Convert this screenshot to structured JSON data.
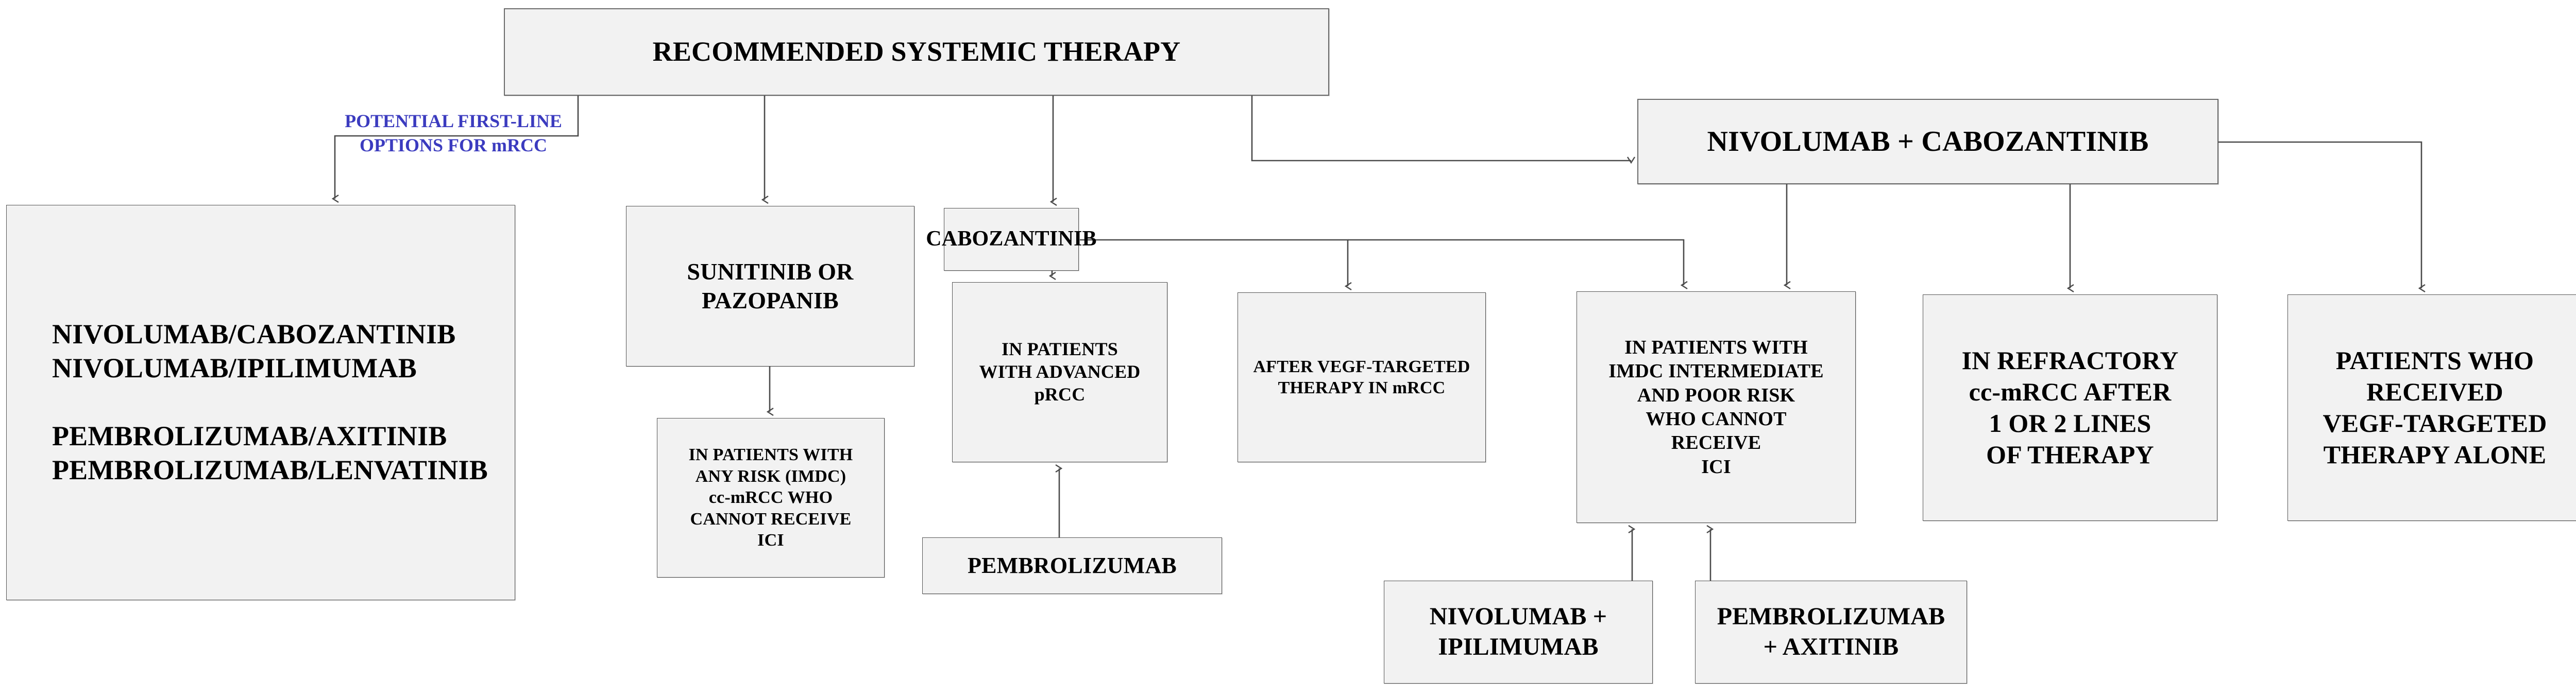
{
  "diagram": {
    "title": "RECOMMENDED SYSTEMIC THERAPY",
    "accent_color": "#3b3bbf",
    "node_fill": "#f2f2f2",
    "node_border": "#6b6b6b",
    "annotations": [
      {
        "name": "potential-first-line-options",
        "text": "POTENTIAL FIRST-LINE\nOPTIONS FOR mRCC",
        "color": "#3b3bbf"
      }
    ],
    "nodes": [
      {
        "id": "title",
        "label": "RECOMMENDED SYSTEMIC THERAPY"
      },
      {
        "id": "nivocabo",
        "label": "NIVOLUMAB + CABOZANTINIB"
      },
      {
        "id": "firstline",
        "label": "NIVOLUMAB/CABOZANTINIB\nNIVOLUMAB/IPILIMUMAB\n\nPEMBROLIZUMAB/AXITINIB\nPEMBROLIZUMAB/LENVATINIB"
      },
      {
        "id": "sunipazo",
        "label": "SUNITINIB OR\nPAZOPANIB"
      },
      {
        "id": "cabo",
        "label": "CABOZANTINIB"
      },
      {
        "id": "anyrisk",
        "label": "IN PATIENTS WITH\nANY RISK (IMDC)\ncc-mRCC WHO\nCANNOT RECEIVE\nICI"
      },
      {
        "id": "prcc",
        "label": "IN PATIENTS\nWITH ADVANCED\npRCC"
      },
      {
        "id": "pembro",
        "label": "PEMBROLIZUMAB"
      },
      {
        "id": "vegfaftermrcc",
        "label": "AFTER VEGF-TARGETED\nTHERAPY IN mRCC"
      },
      {
        "id": "imdc",
        "label": "IN PATIENTS WITH\nIMDC INTERMEDIATE\nAND POOR RISK\nWHO CANNOT\nRECEIVE\nICI"
      },
      {
        "id": "refractory",
        "label": "IN REFRACTORY\ncc-mRCC AFTER\n1 OR 2 LINES\nOF THERAPY"
      },
      {
        "id": "vegfalone",
        "label": "PATIENTS WHO\nRECEIVED\nVEGF-TARGETED\nTHERAPY ALONE"
      },
      {
        "id": "nivoipi",
        "label": "NIVOLUMAB +\nIPILIMUMAB"
      },
      {
        "id": "pembroaxi",
        "label": "PEMBROLIZUMAB\n+ AXITINIB"
      }
    ],
    "edges": [
      {
        "from": "title",
        "to": "firstline",
        "style": "elbow-left-down",
        "arrow": true
      },
      {
        "from": "title",
        "to": "sunipazo",
        "style": "straight-down",
        "arrow": true
      },
      {
        "from": "title",
        "to": "cabo",
        "style": "straight-down",
        "arrow": true
      },
      {
        "from": "title",
        "to": "nivocabo",
        "style": "elbow-down-right",
        "arrow": true
      },
      {
        "from": "sunipazo",
        "to": "anyrisk",
        "style": "straight-down",
        "arrow": true
      },
      {
        "from": "cabo",
        "to": "prcc",
        "style": "straight-down",
        "arrow": true
      },
      {
        "from": "cabo",
        "to": "vegfaftermrcc",
        "style": "elbow-right-down",
        "arrow": true
      },
      {
        "from": "cabo",
        "to": "imdc",
        "style": "elbow-right-down",
        "arrow": true
      },
      {
        "from": "pembro",
        "to": "prcc",
        "style": "straight-up",
        "arrow": true
      },
      {
        "from": "nivocabo",
        "to": "imdc",
        "style": "straight-down",
        "arrow": true
      },
      {
        "from": "nivocabo",
        "to": "refractory",
        "style": "straight-down",
        "arrow": true
      },
      {
        "from": "nivocabo",
        "to": "vegfalone",
        "style": "elbow-right-down",
        "arrow": true
      },
      {
        "from": "nivoipi",
        "to": "imdc",
        "style": "straight-up",
        "arrow": true
      },
      {
        "from": "pembroaxi",
        "to": "imdc",
        "style": "straight-up",
        "arrow": true
      }
    ]
  }
}
